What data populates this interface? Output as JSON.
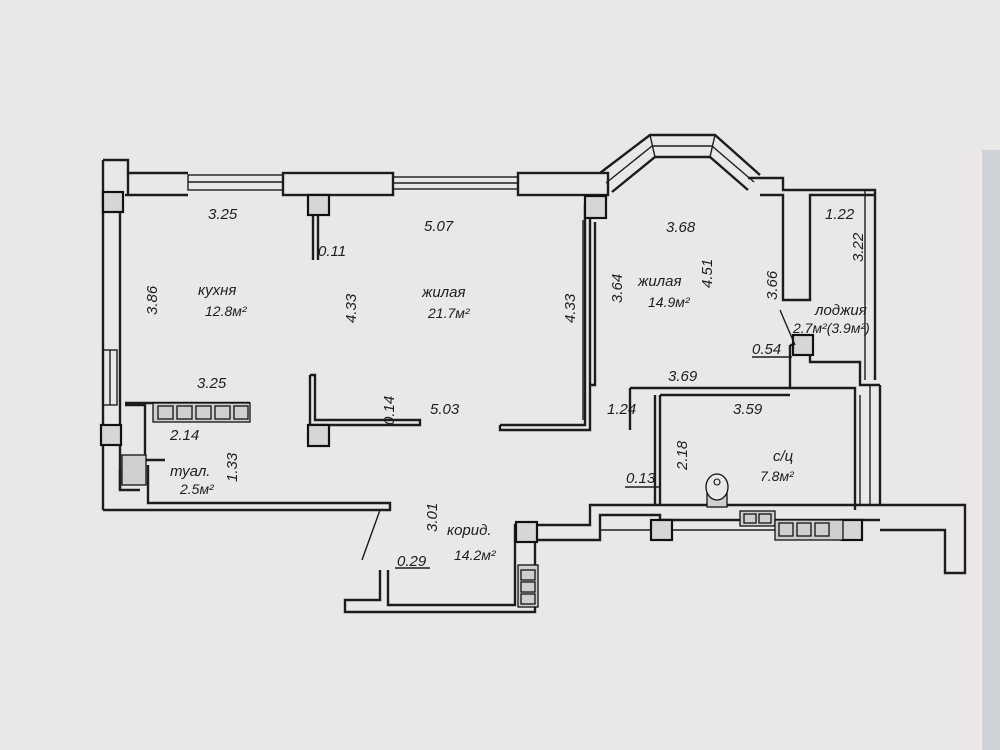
{
  "rooms": [
    {
      "name": "кухня",
      "area": "12.8м²"
    },
    {
      "name": "жилая",
      "area": "21.7м²"
    },
    {
      "name": "жилая",
      "area": "14.9м²"
    },
    {
      "name": "лоджия",
      "area": "2.7м²(3.9м²)"
    },
    {
      "name": "туал.",
      "area": "2.5м²"
    },
    {
      "name": "с/ц",
      "area": "7.8м²"
    },
    {
      "name": "корид.",
      "area": "14.2м²"
    }
  ],
  "dimensions": [
    "3.25",
    "5.07",
    "3.68",
    "1.22",
    "3.22",
    "0.11",
    "3.86",
    "4.33",
    "4.33",
    "3.64",
    "4.51",
    "3.66",
    "3.25",
    "2.14",
    "1.33",
    "0.14",
    "5.03",
    "1.24",
    "3.69",
    "3.59",
    "2.18",
    "0.13",
    "0.54",
    "3.01",
    "0.29"
  ]
}
